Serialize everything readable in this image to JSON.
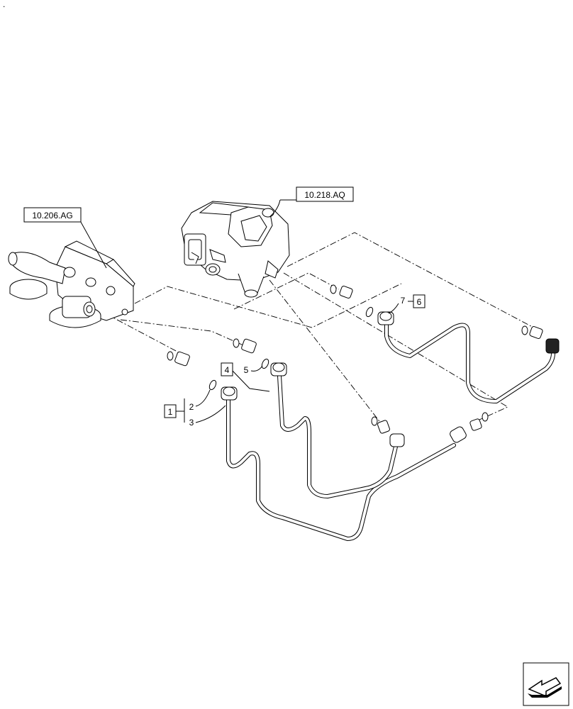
{
  "corner_mark": ".",
  "ref_labels": {
    "pump": "10.218.AQ",
    "filter": "10.206.AG"
  },
  "callouts": {
    "c1": "1",
    "c2": "2",
    "c3": "3",
    "c4": "4",
    "c5": "5",
    "c6": "6",
    "c7": "7"
  },
  "icons": {
    "nav": "arrow-left-icon"
  }
}
